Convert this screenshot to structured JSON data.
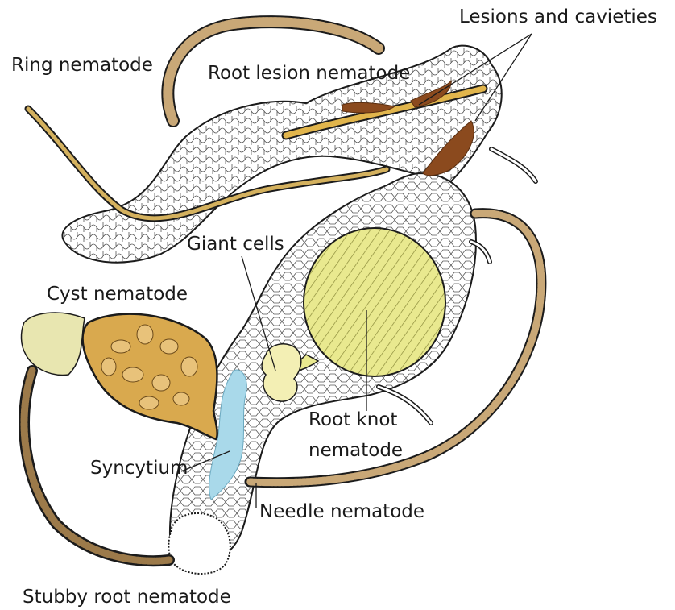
{
  "labels": {
    "ring": "Ring nematode",
    "root_lesion": "Root lesion nematode",
    "lesions": "Lesions and cavieties",
    "giant_cells": "Giant cells",
    "cyst": "Cyst nematode",
    "root_knot_line1": "Root knot",
    "root_knot_line2": "nematode",
    "syncytium": "Syncytium",
    "needle": "Needle nematode",
    "stubby": "Stubby root nematode"
  },
  "colors": {
    "outline": "#1b1b1b",
    "root_tissue": "#ffffff",
    "nematode_body": "#c9a877",
    "lesion_brown": "#8b4a1e",
    "root_knot_fill": "#e9e98f",
    "cyst_fill": "#d9a94e",
    "syncytium_blue": "#a9d9ea",
    "giant_cell_yellow": "#f3efb4"
  }
}
